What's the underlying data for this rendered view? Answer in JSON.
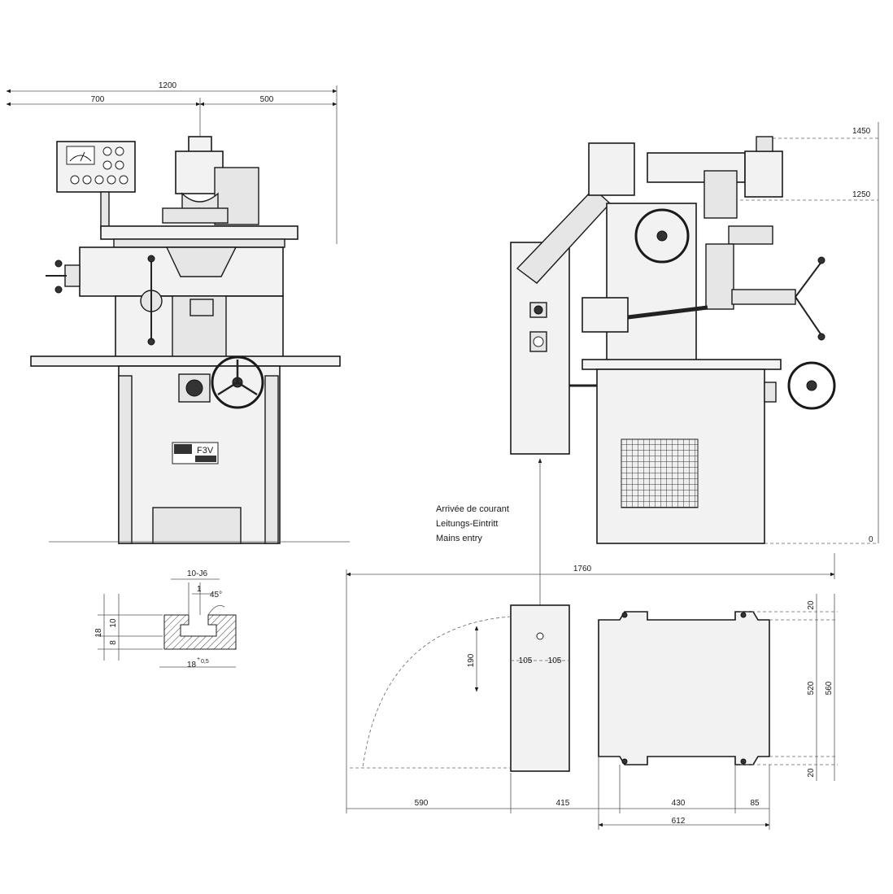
{
  "front_view": {
    "overall_width": "1200",
    "left_part": "700",
    "right_part": "500",
    "model_plate": "F3V"
  },
  "side_view": {
    "height_top": "1450",
    "height_mid": "1250",
    "height_floor": "0",
    "overall_depth": "1760",
    "cable_entry": {
      "fr": "Arrivée de courant",
      "de": "Leitungs-Eintritt",
      "en": "Mains entry"
    }
  },
  "tslot_detail": {
    "fit": "10-J6",
    "chamfer": "1",
    "angle": "45°",
    "depth_total": "18",
    "depth_upper": "10",
    "depth_lower": "8",
    "width_label": "18",
    "width_tol": "0,5",
    "tol_plus": "+"
  },
  "plan_view": {
    "dist_590": "590",
    "dist_415": "415",
    "dist_430": "430",
    "dist_85": "85",
    "dist_612": "612",
    "dist_190": "190",
    "dist_105a": "105",
    "dist_105b": "105",
    "dist_20_top": "20",
    "dist_520": "520",
    "dist_560": "560",
    "dist_20_bot": "20"
  }
}
